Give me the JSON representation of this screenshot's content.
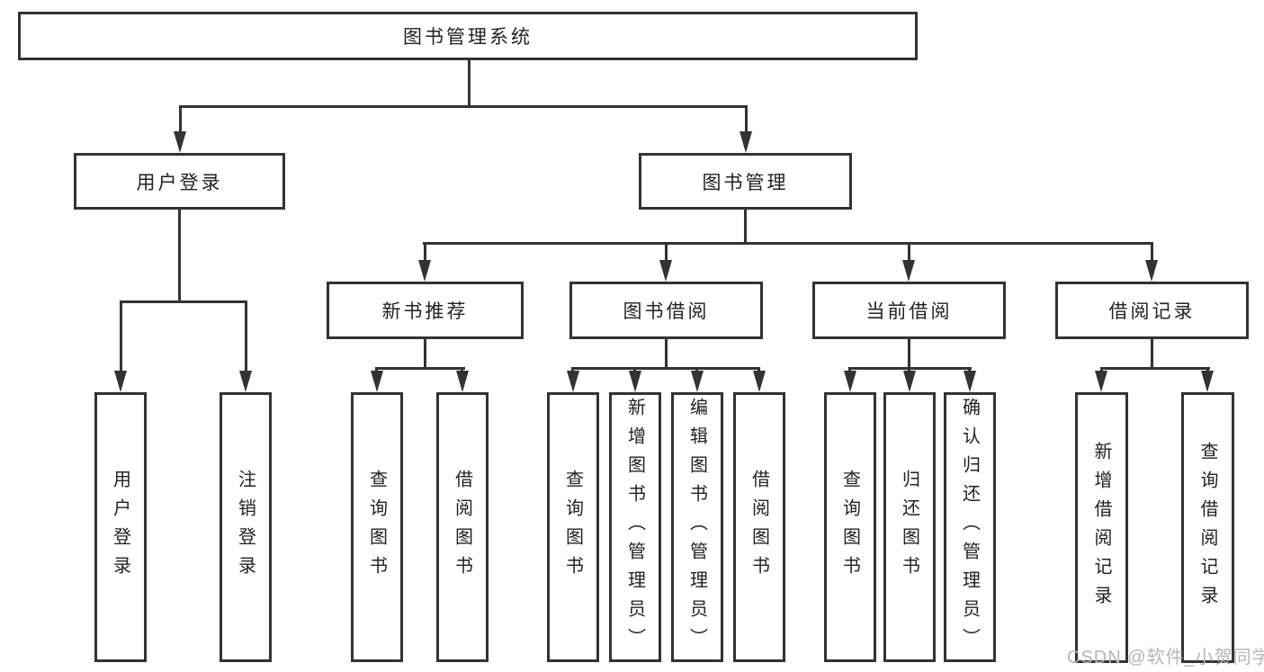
{
  "title": {
    "label": "图书管理系统"
  },
  "tree": {
    "user_login": {
      "label": "用户登录",
      "children": [
        {
          "label": "用户登录"
        },
        {
          "label": "注销登录"
        }
      ]
    },
    "book_management": {
      "label": "图书管理",
      "children": [
        {
          "label": "新书推荐",
          "children": [
            {
              "label": "查询图书"
            },
            {
              "label": "借阅图书"
            }
          ]
        },
        {
          "label": "图书借阅",
          "children": [
            {
              "label": "查询图书"
            },
            {
              "label": "新增图书（管理员）"
            },
            {
              "label": "编辑图书（管理员）"
            },
            {
              "label": "借阅图书"
            }
          ]
        },
        {
          "label": "当前借阅",
          "children": [
            {
              "label": "查询图书"
            },
            {
              "label": "归还图书"
            },
            {
              "label": "确认归还（管理员）"
            }
          ]
        },
        {
          "label": "借阅记录",
          "children": [
            {
              "label": "新增借阅记录"
            },
            {
              "label": "查询借阅记录"
            }
          ]
        }
      ]
    }
  },
  "watermark": {
    "text": "CSDN @软件_小贺同学"
  },
  "colors": {
    "line": "#333333",
    "text": "#222222",
    "background": "#ffffff",
    "watermark": "#b3b6ba"
  }
}
